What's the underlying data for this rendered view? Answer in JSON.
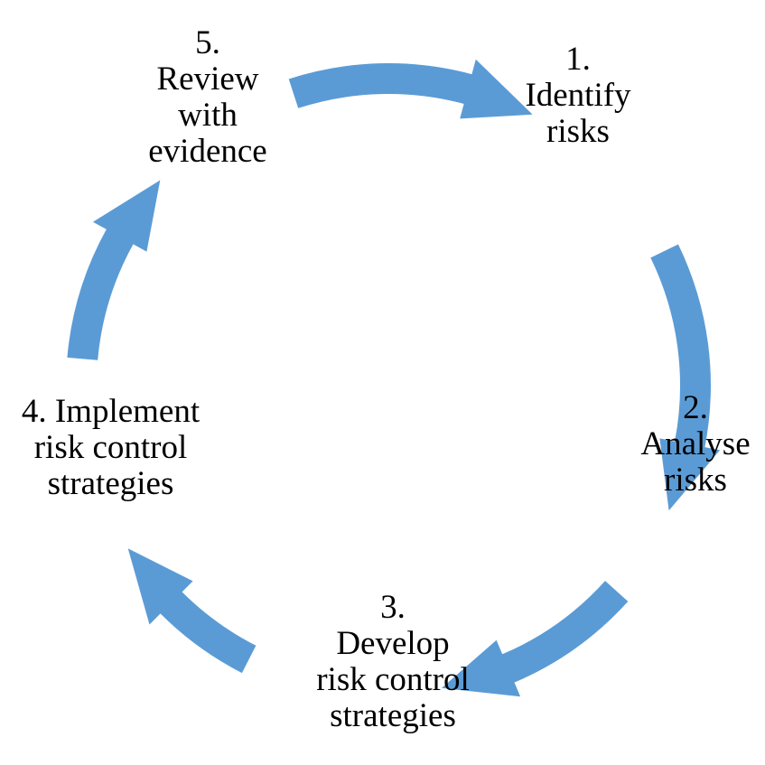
{
  "diagram": {
    "arrow_color": "#5b9bd5",
    "text_color": "#000000",
    "steps": [
      {
        "lines": [
          "1.",
          "Identify",
          "risks"
        ]
      },
      {
        "lines": [
          "2.",
          "Analyse",
          "risks"
        ]
      },
      {
        "lines": [
          "3.",
          "Develop",
          "risk control",
          "strategies"
        ]
      },
      {
        "lines": [
          "4. Implement",
          "risk control",
          "strategies"
        ]
      },
      {
        "lines": [
          "5.",
          "Review",
          "with",
          "evidence"
        ]
      }
    ]
  }
}
